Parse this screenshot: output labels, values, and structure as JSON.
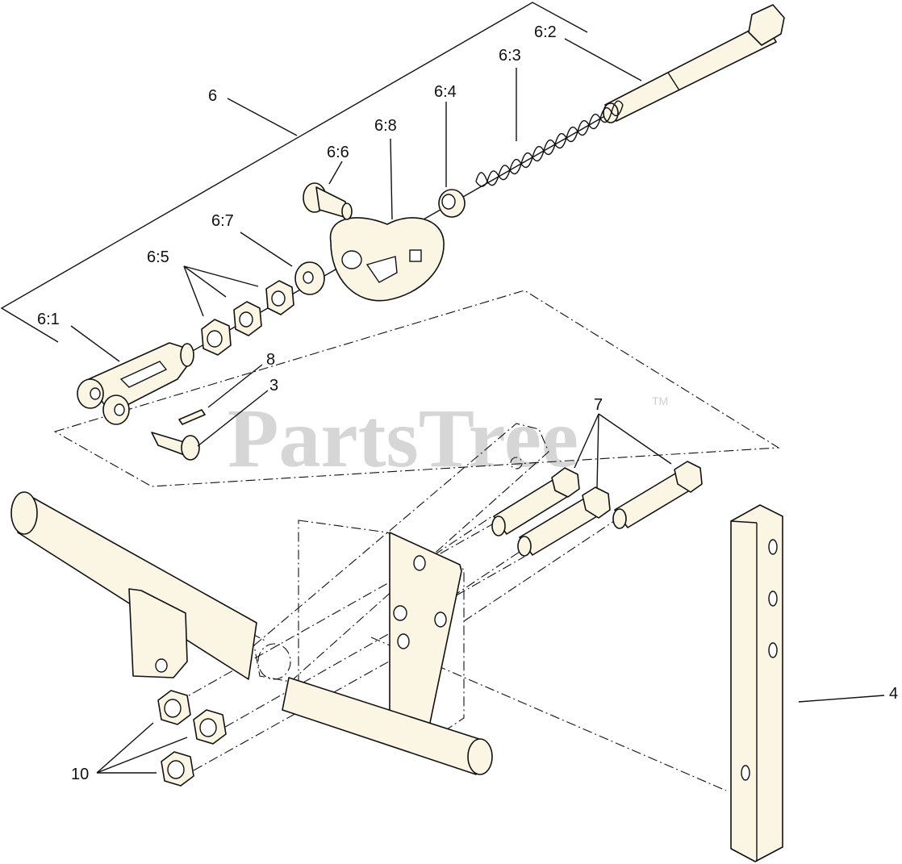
{
  "watermark": {
    "text": "PartsTree",
    "trademark": "TM"
  },
  "callouts": {
    "c6": "6",
    "c6_1": "6:1",
    "c6_2": "6:2",
    "c6_3": "6:3",
    "c6_4": "6:4",
    "c6_5": "6:5",
    "c6_6": "6:6",
    "c6_7": "6:7",
    "c6_8": "6:8",
    "c3": "3",
    "c4": "4",
    "c7": "7",
    "c8": "8",
    "c10": "10"
  },
  "colors": {
    "part_fill": "#fbf6e3",
    "line": "#111111",
    "watermark": "#d6d6d6"
  }
}
